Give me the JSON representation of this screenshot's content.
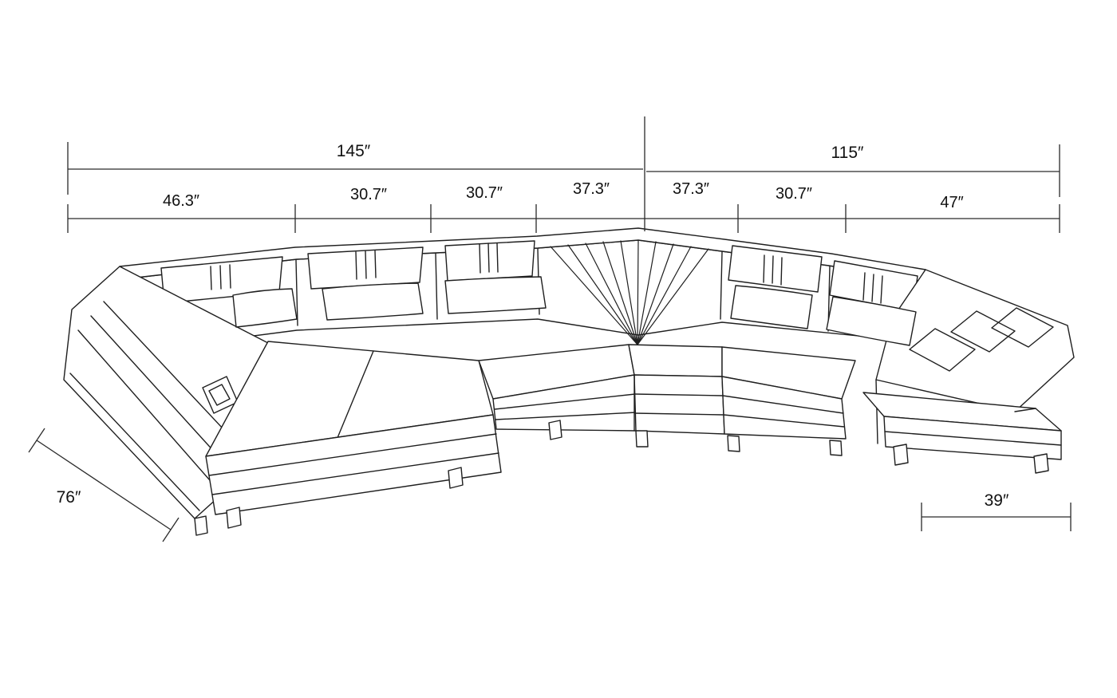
{
  "page": {
    "background": "#ffffff",
    "line_color": "#1f1f1f",
    "dimension_line_color": "#2a2a2a"
  },
  "diagram": {
    "subject": "u-shaped-sectional-sofa-dimension-drawing"
  },
  "dimensions": {
    "top": [
      {
        "id": "overall-left",
        "label": "145″"
      },
      {
        "id": "overall-right",
        "label": "115″"
      }
    ],
    "segments": [
      {
        "id": "seg-1",
        "label": "46.3″"
      },
      {
        "id": "seg-2",
        "label": "30.7″"
      },
      {
        "id": "seg-3",
        "label": "30.7″"
      },
      {
        "id": "seg-4",
        "label": "37.3″"
      },
      {
        "id": "seg-5",
        "label": "37.3″"
      },
      {
        "id": "seg-6",
        "label": "30.7″"
      },
      {
        "id": "seg-7",
        "label": "47″"
      }
    ],
    "depth_left": {
      "label": "76″"
    },
    "depth_right": {
      "label": "39″"
    }
  }
}
